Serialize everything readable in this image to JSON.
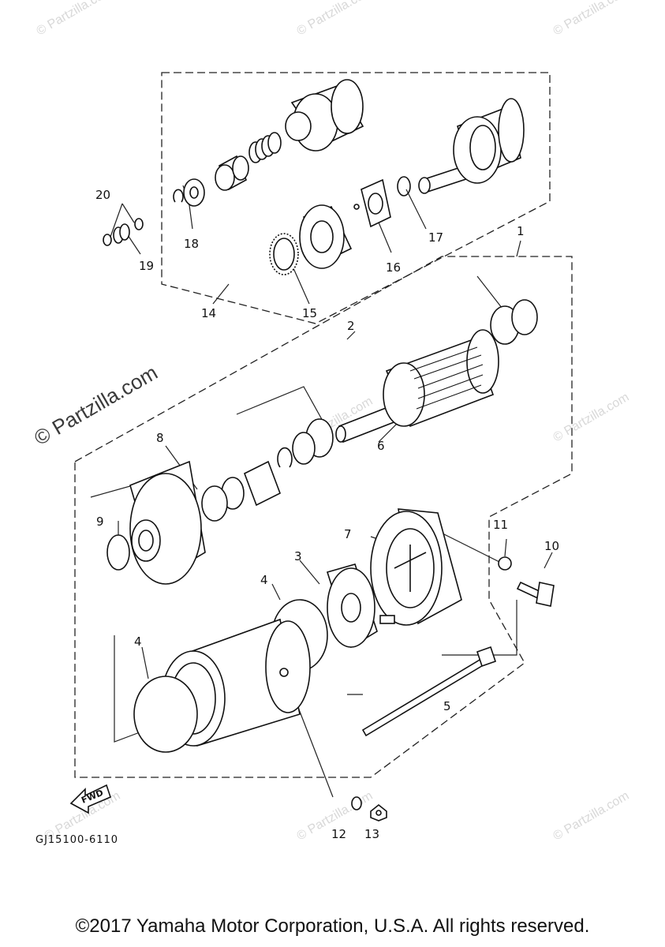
{
  "diagram": {
    "callouts": {
      "p1": "1",
      "p2": "2",
      "p3": "3",
      "p4a": "4",
      "p4b": "4",
      "p5": "5",
      "p6": "6",
      "p7": "7",
      "p8": "8",
      "p9": "9",
      "p10": "10",
      "p11": "11",
      "p12": "12",
      "p13": "13",
      "p14": "14",
      "p15": "15",
      "p16": "16",
      "p17": "17",
      "p18": "18",
      "p19": "19",
      "p20": "20"
    },
    "fwd_label": "FWD",
    "drawing_code": "GJ15100-6110"
  },
  "watermarks": {
    "main": "© Partzilla.com",
    "light": "© Partzilla.com"
  },
  "footer": {
    "copyright": "©2017 Yamaha Motor Corporation, U.S.A. All rights reserved."
  }
}
